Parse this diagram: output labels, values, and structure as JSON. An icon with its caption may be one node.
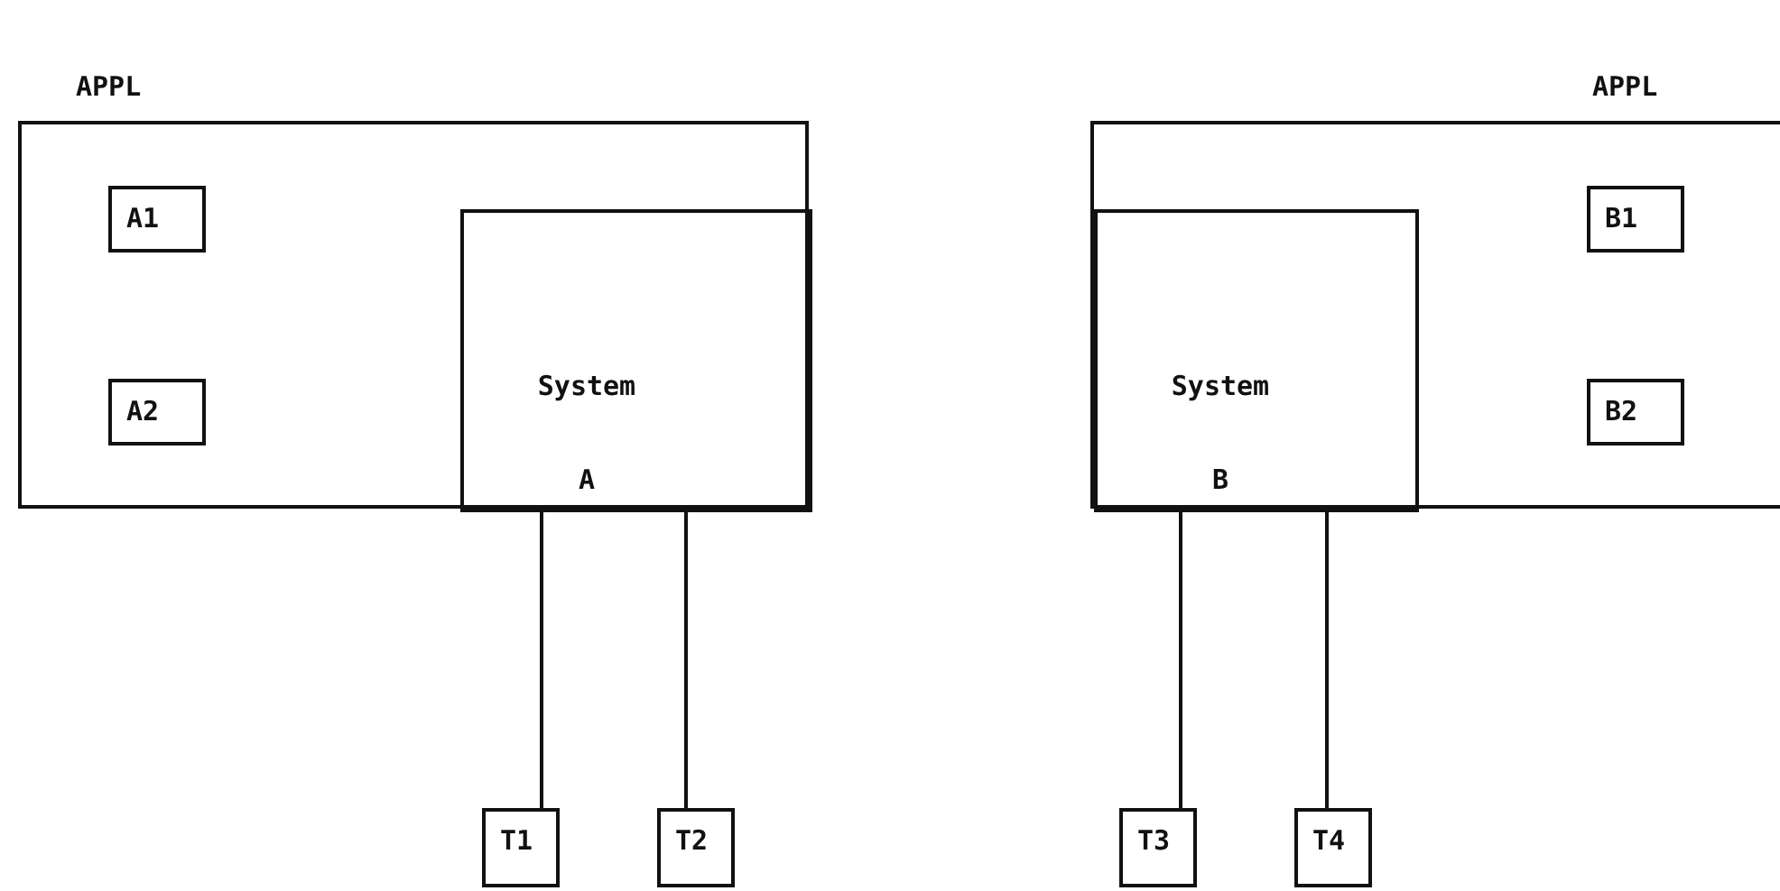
{
  "diagram": {
    "nodes": [
      {
        "text": [
          "APPL"
        ]
      },
      {
        "text": [
          "A1"
        ],
        "in": 0
      },
      {
        "text": [
          "A2"
        ],
        "in": 0
      },
      {
        "text": [
          "System A"
        ],
        "in": 0
      },
      {
        "text": [
          "T1"
        ]
      },
      {
        "text": [
          "T2"
        ]
      },
      {
        "text": [
          "APPL"
        ]
      },
      {
        "text": [
          "System B"
        ],
        "in": 6
      },
      {
        "text": [
          "B1"
        ],
        "in": 6
      },
      {
        "text": [
          "B2"
        ],
        "in": 6
      },
      {
        "text": [
          "T3"
        ]
      },
      {
        "text": [
          "T4"
        ]
      }
    ],
    "edges": [
      {
        "from": 3,
        "to": 4,
        "arrow": "none"
      },
      {
        "from": 3,
        "to": 5,
        "arrow": "none"
      },
      {
        "from": 7,
        "to": 10,
        "arrow": "none"
      },
      {
        "from": 7,
        "to": 11,
        "arrow": "none"
      }
    ]
  }
}
